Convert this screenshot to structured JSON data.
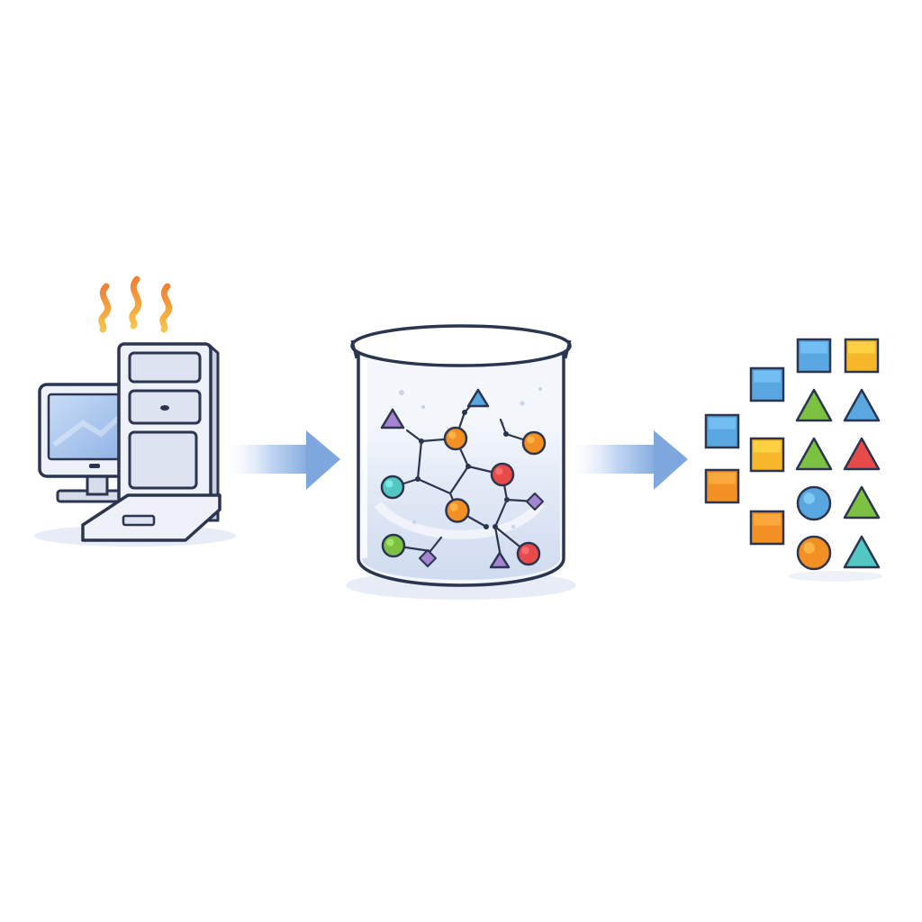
{
  "diagram": {
    "stages": [
      {
        "name": "computer",
        "icon": "computer-icon"
      },
      {
        "name": "beaker",
        "icon": "beaker-icon"
      },
      {
        "name": "sorted-shapes",
        "icon": "shapes-icon"
      }
    ],
    "connectors": [
      {
        "from": "computer",
        "to": "beaker",
        "icon": "arrow-right-icon"
      },
      {
        "from": "beaker",
        "to": "sorted-shapes",
        "icon": "arrow-right-icon"
      }
    ],
    "heat_icon": "heat-waves-icon",
    "colors": {
      "outline": "#2b3550",
      "metal_light": "#eef1f8",
      "metal_mid": "#d7dceb",
      "screen": "#a9c6ef",
      "arrow": "#7ea7de",
      "heat": "#f39a3b",
      "blue": "#5aa6e0",
      "yellow": "#f6b82a",
      "orange": "#f39023",
      "green": "#7cc142",
      "red": "#e84a4a",
      "purple": "#a783d4",
      "teal": "#53c7c2"
    },
    "output_grid": [
      {
        "shape": "square",
        "color": "blue"
      },
      {
        "shape": "square",
        "color": "yellow"
      },
      {
        "shape": "square",
        "color": "blue"
      },
      {
        "shape": "triangle",
        "color": "green"
      },
      {
        "shape": "triangle",
        "color": "blue"
      },
      {
        "shape": "square",
        "color": "blue"
      },
      {
        "shape": "square",
        "color": "yellow"
      },
      {
        "shape": "triangle",
        "color": "green"
      },
      {
        "shape": "triangle",
        "color": "red"
      },
      {
        "shape": "square",
        "color": "orange"
      },
      {
        "shape": "circle",
        "color": "blue"
      },
      {
        "shape": "triangle",
        "color": "green"
      },
      {
        "shape": "square",
        "color": "orange"
      },
      {
        "shape": "circle",
        "color": "orange"
      },
      {
        "shape": "triangle",
        "color": "teal"
      }
    ],
    "molecule_nodes": [
      {
        "shape": "circle",
        "color": "orange"
      },
      {
        "shape": "circle",
        "color": "orange"
      },
      {
        "shape": "circle",
        "color": "red"
      },
      {
        "shape": "circle",
        "color": "teal"
      },
      {
        "shape": "circle",
        "color": "orange"
      },
      {
        "shape": "circle",
        "color": "green"
      },
      {
        "shape": "circle",
        "color": "red"
      },
      {
        "shape": "triangle",
        "color": "purple"
      },
      {
        "shape": "triangle",
        "color": "blue"
      },
      {
        "shape": "diamond",
        "color": "purple"
      },
      {
        "shape": "diamond",
        "color": "purple"
      },
      {
        "shape": "triangle",
        "color": "purple"
      }
    ]
  }
}
